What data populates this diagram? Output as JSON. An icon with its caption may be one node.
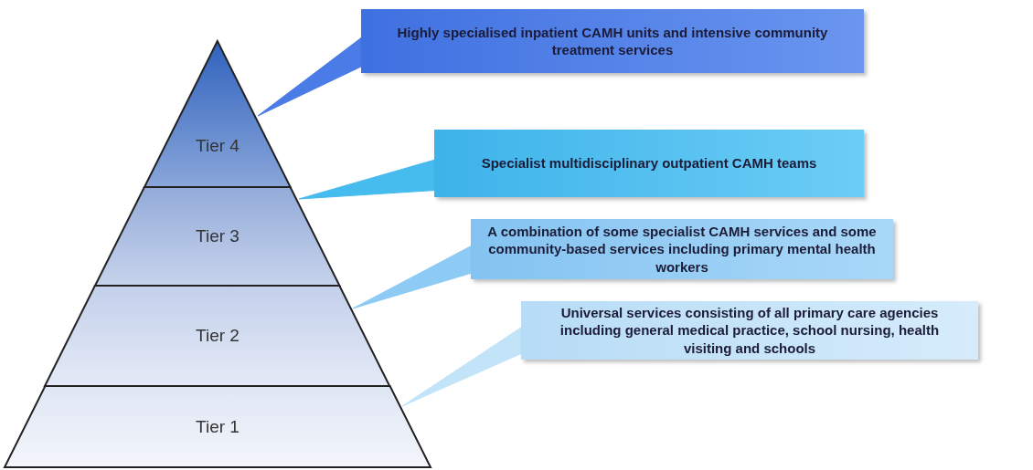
{
  "diagram": {
    "nodes": [
      {
        "text": [
          "Tier 4"
        ]
      },
      {
        "text": [
          "Tier 3"
        ]
      },
      {
        "text": [
          "Tier 2"
        ]
      },
      {
        "text": [
          "Tier 1"
        ]
      },
      {
        "text": [
          "Highly specialised inpatient CAMH units and intensive community treatment services"
        ]
      },
      {
        "text": [
          "Specialist multidisciplinary outpatient CAMH teams"
        ]
      },
      {
        "text": [
          "A combination of some specialist CAMH services and some community-based services including primary mental health workers"
        ]
      },
      {
        "text": [
          "Universal services consisting of all primary care agencies including general medical practice, school nursing, health visiting and schools"
        ]
      }
    ],
    "edges": [
      {
        "from": 4,
        "to": 0,
        "arrow": "none",
        "color": "#4a7be6"
      },
      {
        "from": 5,
        "to": 1,
        "arrow": "none",
        "color": "#45bbee"
      },
      {
        "from": 6,
        "to": 2,
        "arrow": "none",
        "color": "#8ecbf4"
      },
      {
        "from": 7,
        "to": 3,
        "arrow": "none",
        "color": "#c3e4f8"
      }
    ]
  }
}
